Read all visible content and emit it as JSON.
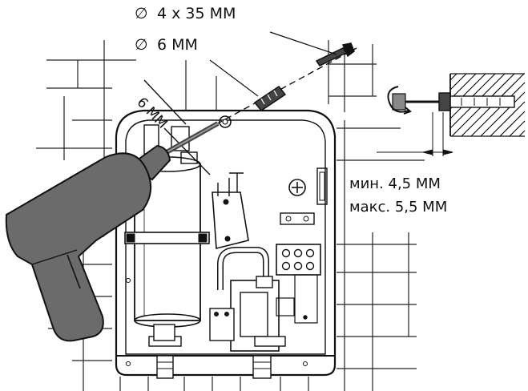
{
  "labels": {
    "screw_symbol": "∅",
    "screw_size": "4 x 35 MM",
    "dowel_symbol": "∅",
    "dowel_size": "6 MM",
    "drill_diameter": "6 MM",
    "depth_min": "мин. 4,5 MM",
    "depth_max": "макс. 5,5 MM"
  },
  "colors": {
    "drill_body": "#6b6b6b",
    "line": "#111111",
    "tile_grid": "#222222",
    "background": "#ffffff"
  },
  "icons": {
    "drill": "drill-icon",
    "screw": "screw-icon",
    "dowel": "wall-plug-icon",
    "rotation": "rotate-arrow-icon",
    "heater": "water-heater-icon"
  }
}
